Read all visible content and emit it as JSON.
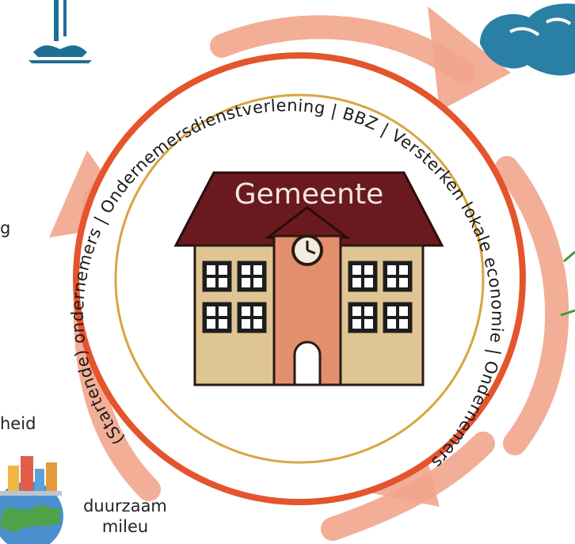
{
  "center": {
    "title": "Gemeente"
  },
  "ring_text": "(Startende) ondernemers | Ondernemersdienstverlening | BBZ | Versterken lokale economie | Ondernemersklimaat |",
  "left_labels": {
    "top_fragment": "g",
    "bottom_fragment": "heid"
  },
  "bottom_caption": {
    "line1": "duurzaam",
    "line2": "mileu"
  },
  "icons": [
    "water-fountain-icon",
    "cloud-icon",
    "city-globe-icon",
    "plant-icon"
  ],
  "colors": {
    "ring_red": "#e4542d",
    "ring_gold": "#d9a441",
    "arrow_salmon": "#f2a58d",
    "roof": "#6a1a1f",
    "wall": "#e0c594",
    "tower": "#e38f6e",
    "text_dark": "#1a1a1a",
    "fountain_blue": "#1f6f93",
    "cloud_blue": "#2a7fa4"
  }
}
